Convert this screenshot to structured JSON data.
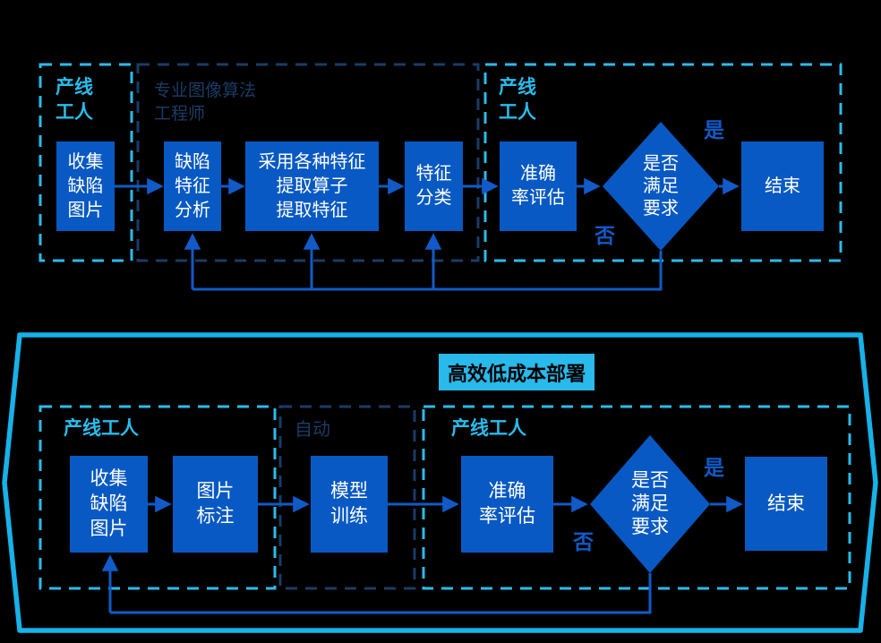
{
  "colors": {
    "background": "#000000",
    "box_blue": "#0859c3",
    "arrow_blue": "#115ac8",
    "navy_label": "#1a3c66",
    "cyan_label": "#29bcec",
    "container_border_cyan": "#16b2e8",
    "banner_bg": "#29b9ea",
    "banner_text": "#000000",
    "box_text": "#ffffff"
  },
  "top_flow": {
    "groups": [
      {
        "label_lines": [
          "产线",
          "工人"
        ]
      },
      {
        "label_lines": [
          "专业图像算法",
          "工程师"
        ]
      },
      {
        "label_lines": [
          "产线",
          "工人"
        ]
      }
    ],
    "boxes": [
      {
        "lines": [
          "收集",
          "缺陷",
          "图片"
        ]
      },
      {
        "lines": [
          "缺陷",
          "特征",
          "分析"
        ]
      },
      {
        "lines": [
          "采用各种特征",
          "提取算子",
          "提取特征"
        ]
      },
      {
        "lines": [
          "特征",
          "分类"
        ]
      },
      {
        "lines": [
          "准确",
          "率评估"
        ]
      },
      {
        "lines": [
          "结束"
        ]
      }
    ],
    "decision": {
      "lines": [
        "是否",
        "满足",
        "要求"
      ],
      "yes": "是",
      "no": "否"
    }
  },
  "bottom_flow": {
    "banner": "高效低成本部署",
    "groups": [
      {
        "label_lines": [
          "产线工人"
        ]
      },
      {
        "label_lines": [
          "自动"
        ]
      },
      {
        "label_lines": [
          "产线工人"
        ]
      }
    ],
    "boxes": [
      {
        "lines": [
          "收集",
          "缺陷",
          "图片"
        ]
      },
      {
        "lines": [
          "图片",
          "标注"
        ]
      },
      {
        "lines": [
          "模型",
          "训练"
        ]
      },
      {
        "lines": [
          "准确",
          "率评估"
        ]
      },
      {
        "lines": [
          "结束"
        ]
      }
    ],
    "decision": {
      "lines": [
        "是否",
        "满足",
        "要求"
      ],
      "yes": "是",
      "no": "否"
    }
  }
}
